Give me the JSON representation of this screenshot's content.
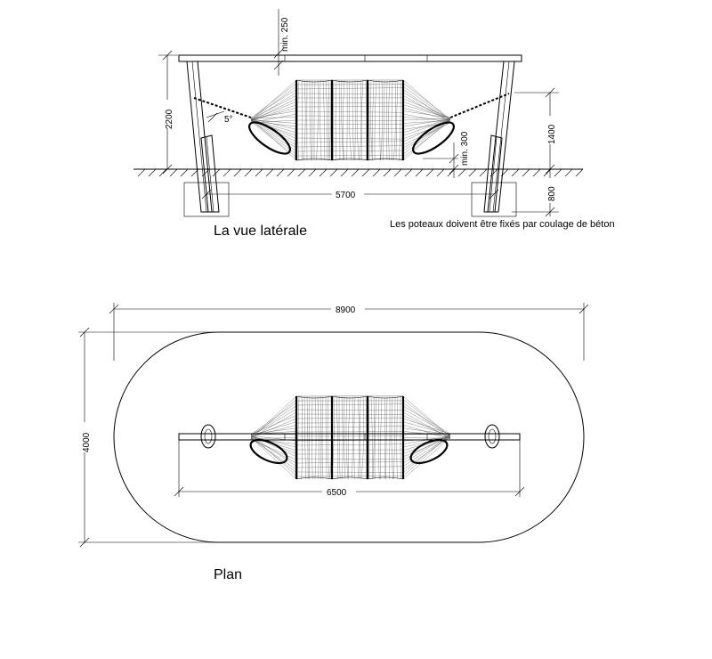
{
  "side_view": {
    "title": "La vue latérale",
    "note": "Les poteaux doivent être fixés par coulage de béton",
    "dims": {
      "height_total": "2200",
      "clearance_top": "min. 250",
      "angle": "5°",
      "ground_clearance": "min. 300",
      "post_height": "1400",
      "foundation_depth": "800",
      "post_span": "5700"
    }
  },
  "plan_view": {
    "title": "Plan",
    "dims": {
      "area_length": "8900",
      "area_width": "4000",
      "frame_length": "6500"
    }
  }
}
